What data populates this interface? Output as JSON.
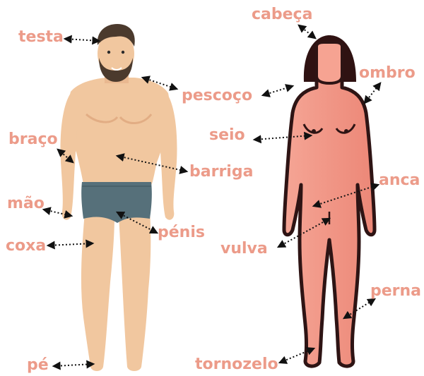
{
  "colors": {
    "label": "#ec9b89",
    "man_skin": "#f1c79f",
    "man_skin_shade": "#e2ad84",
    "man_hair": "#4b3a2d",
    "man_underwear": "#56707a",
    "woman_fill": "#ef8d7d",
    "woman_fill_light": "#f7b2a4",
    "woman_outline": "#2e1414",
    "woman_hair": "#2f1212"
  },
  "labels": {
    "testa": "testa",
    "braco": "braço",
    "mao": "mão",
    "coxa": "coxa",
    "pe": "pé",
    "pescoco": "pescoço",
    "barriga": "barriga",
    "penis": "pénis",
    "cabeca": "cabeça",
    "ombro": "ombro",
    "seio": "seio",
    "anca": "anca",
    "vulva": "vulva",
    "perna": "perna",
    "tornozelo": "tornozelo"
  }
}
